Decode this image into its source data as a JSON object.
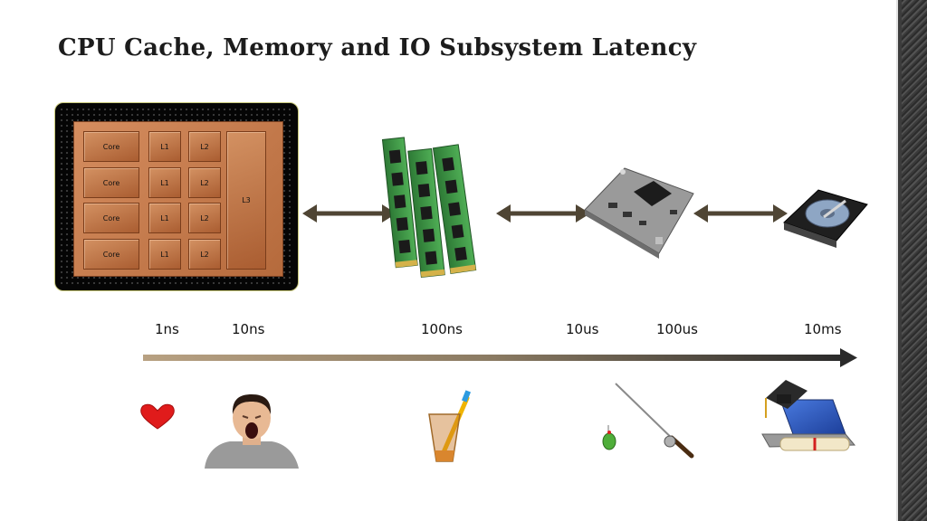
{
  "slide": {
    "title": "CPU Cache, Memory and IO Subsystem Latency"
  },
  "cpu_diagram": {
    "cores": [
      {
        "core": "Core",
        "l1": "L1",
        "l2": "L2"
      },
      {
        "core": "Core",
        "l1": "L1",
        "l2": "L2"
      },
      {
        "core": "Core",
        "l1": "L1",
        "l2": "L2"
      },
      {
        "core": "Core",
        "l1": "L1",
        "l2": "L2"
      }
    ],
    "l3": "L3"
  },
  "timeline": {
    "labels": [
      "1ns",
      "10ns",
      "100ns",
      "10us",
      "100us",
      "10ms"
    ]
  },
  "icons": {
    "hardware": [
      "ram-modules-icon",
      "ssd-board-icon",
      "hard-drive-icon"
    ],
    "analogies": [
      "heart-icon",
      "yawning-man-icon",
      "toothbrush-glass-icon",
      "fishing-rod-icon",
      "graduation-laptop-icon"
    ]
  },
  "colors": {
    "arrow": "#4f4534",
    "timeline_start": "#b8a182",
    "timeline_end": "#2a2a2a",
    "die": "#c47a4b"
  }
}
